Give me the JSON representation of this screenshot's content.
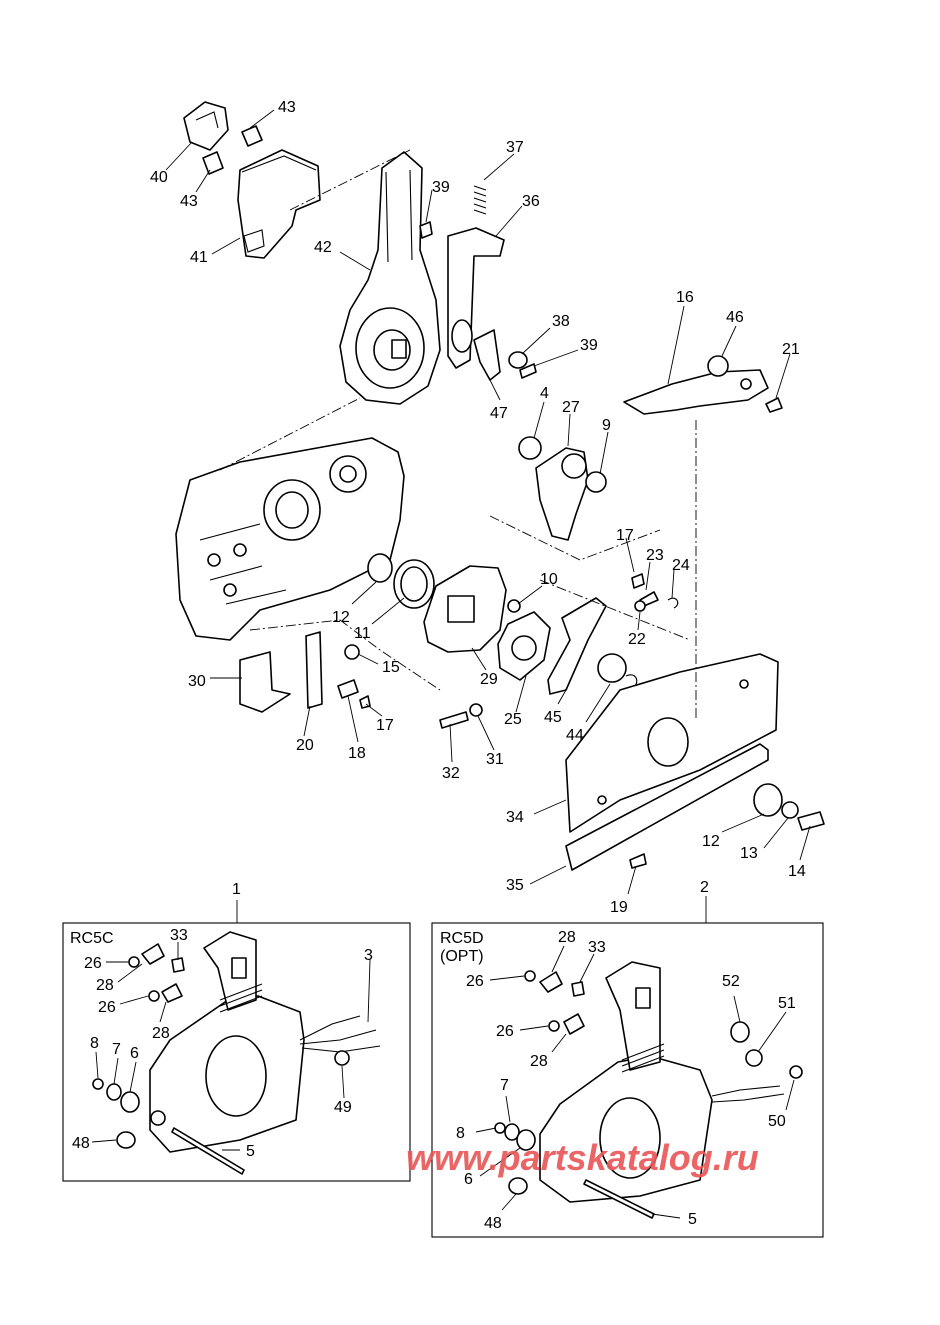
{
  "watermark": "www.partskatalog.ru",
  "boxes": [
    {
      "ref": "1",
      "title": "RC5C",
      "subtitle": ""
    },
    {
      "ref": "2",
      "title": "RC5D",
      "subtitle": "(OPT)"
    }
  ],
  "callouts": [
    "43",
    "40",
    "43",
    "41",
    "42",
    "39",
    "37",
    "36",
    "38",
    "39",
    "47",
    "16",
    "46",
    "21",
    "4",
    "27",
    "9",
    "12",
    "11",
    "10",
    "15",
    "29",
    "17",
    "23",
    "24",
    "22",
    "30",
    "20",
    "18",
    "17",
    "32",
    "31",
    "25",
    "45",
    "44",
    "34",
    "12",
    "13",
    "14",
    "35",
    "19",
    "1",
    "2",
    "33",
    "26",
    "28",
    "26",
    "28",
    "3",
    "8",
    "7",
    "6",
    "48",
    "5",
    "49",
    "28",
    "33",
    "26",
    "26",
    "28",
    "52",
    "51",
    "7",
    "8",
    "6",
    "50",
    "48",
    "5"
  ],
  "colors": {
    "line": "#000000",
    "watermark": "#e8595a",
    "background": "#ffffff"
  }
}
